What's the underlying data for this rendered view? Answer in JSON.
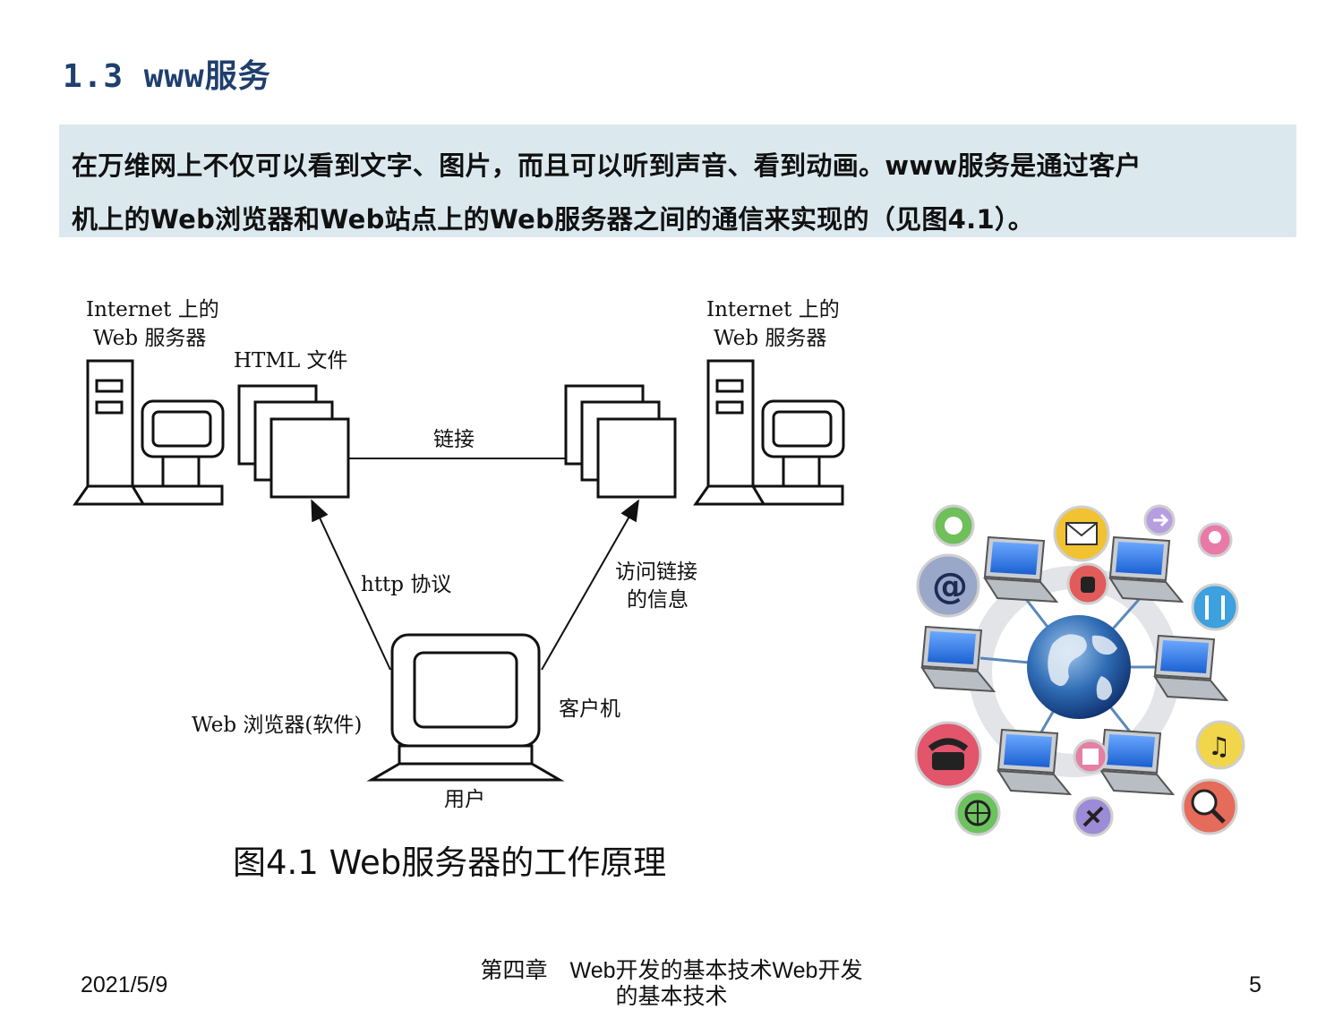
{
  "slide": {
    "title": "1.3 www服务",
    "intro_line1": "在万维网上不仅可以看到文字、图片，而且可以听到声音、看到动画。www服务是通过客户",
    "intro_line2": "机上的Web浏览器和Web站点上的Web服务器之间的通信来实现的（见图4.1）。"
  },
  "diagram": {
    "left_server_label_1": "Internet 上的",
    "left_server_label_2": "Web 服务器",
    "right_server_label_1": "Internet 上的",
    "right_server_label_2": "Web 服务器",
    "html_files_label": "HTML 文件",
    "link_label": "链接",
    "http_label": "http 协议",
    "access_label_1": "访问链接",
    "access_label_2": "的信息",
    "browser_label": "Web 浏览器(软件)",
    "client_label": "客户机",
    "user_label": "用户"
  },
  "figure_caption": "图4.1  Web服务器的工作原理",
  "footer": {
    "date": "2021/5/9",
    "center_line1": "第四章　Web开发的基本技术Web开发",
    "center_line2": "的基本技术",
    "page": "5"
  },
  "colors": {
    "title": "#1f3f6e",
    "intro_background": "#dbe9ef"
  },
  "icons": [
    "film-icon",
    "email-icon",
    "share-icon",
    "lightbulb-icon",
    "at-sign-icon",
    "hand-icon",
    "tools-icon",
    "phone-icon",
    "save-icon",
    "music-icon",
    "globe-icon",
    "airplane-icon",
    "web-search-icon",
    "earth-icon",
    "laptop-icon"
  ]
}
